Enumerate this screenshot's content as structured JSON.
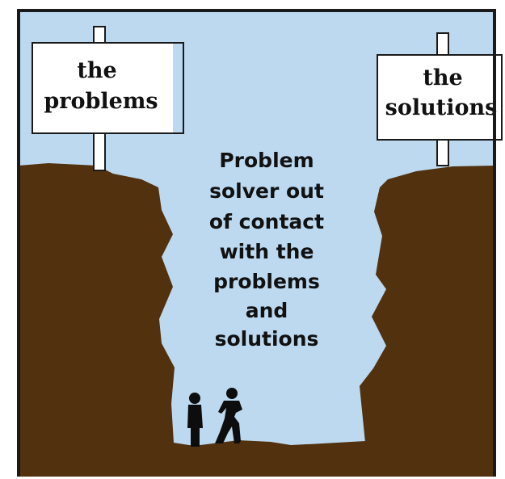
{
  "signs": {
    "left": {
      "line1": "the",
      "line2": "problems"
    },
    "right": {
      "line1": "the",
      "line2": "solutions"
    }
  },
  "caption": {
    "lines": [
      "Problem",
      "solver out",
      "of contact",
      "with the",
      "problems",
      "and",
      "solutions"
    ]
  },
  "colors": {
    "sky": "#bcd9f0",
    "ground": "#52310f",
    "frame": "#1a1a1a",
    "sign_face": "#ffffff",
    "sign_shadow": "#bcd9f0",
    "figures": "#0d0d0d"
  }
}
